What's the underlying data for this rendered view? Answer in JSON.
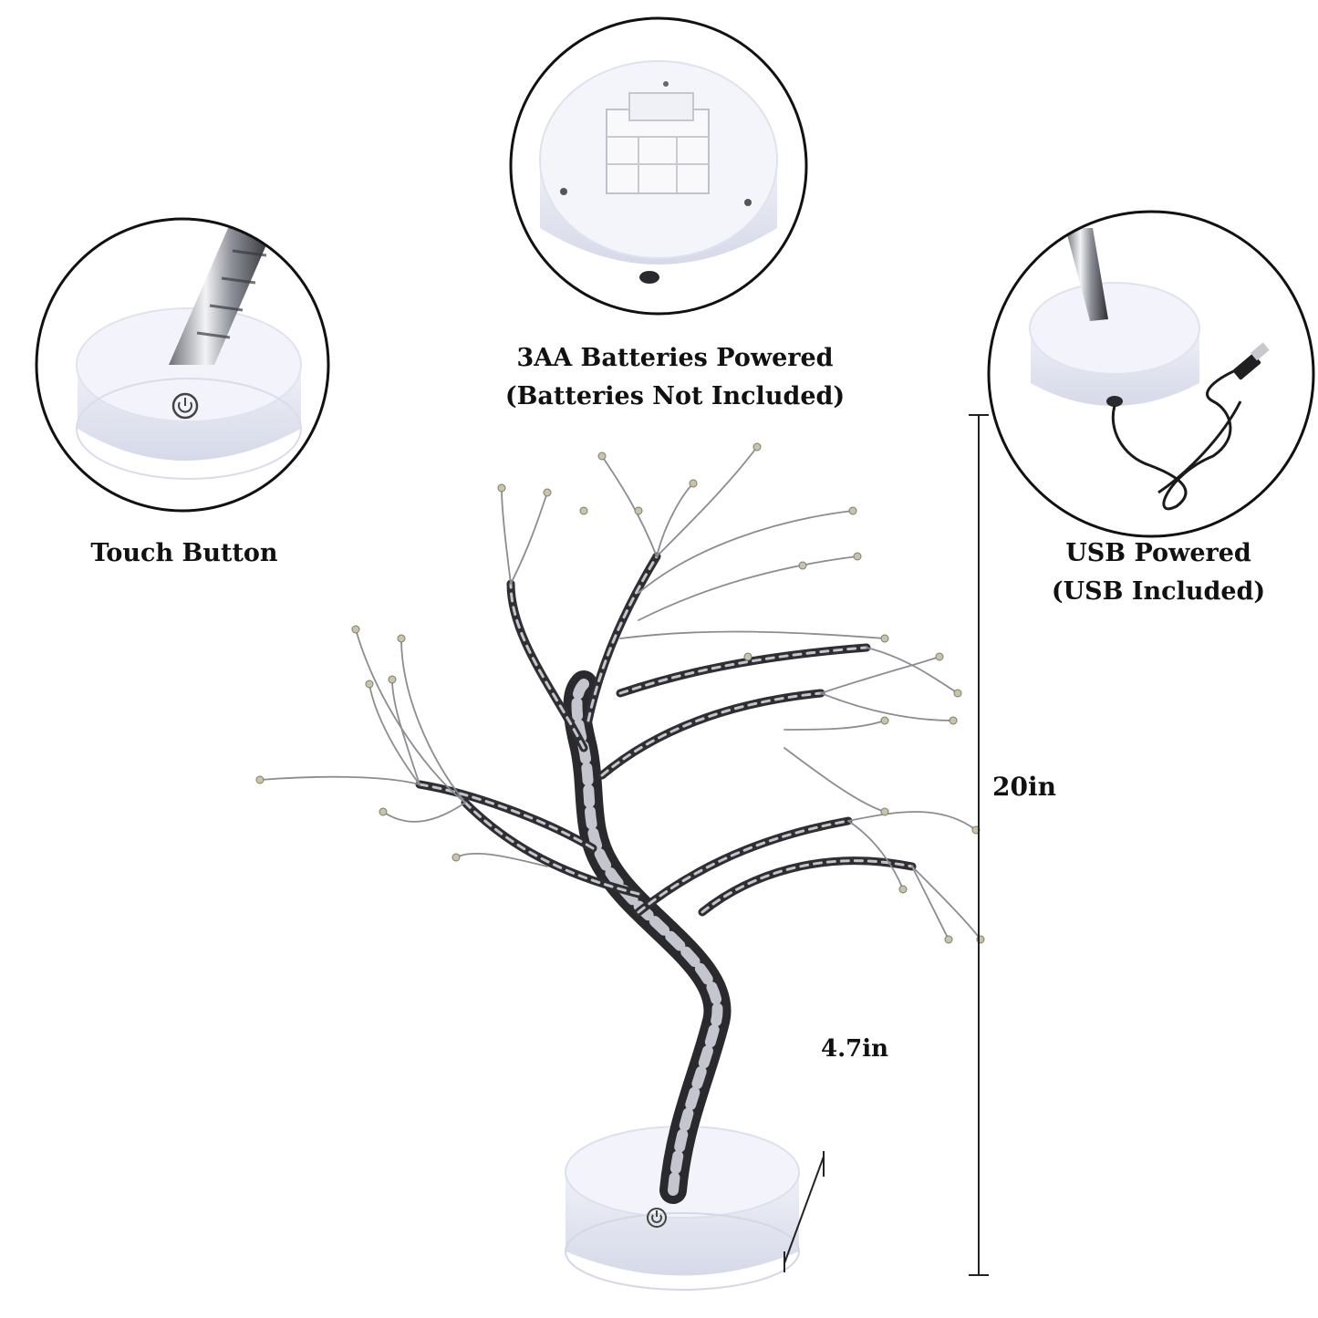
{
  "callouts": {
    "touch": {
      "title": "Touch Button"
    },
    "battery": {
      "line1": "3AA Batteries Powered",
      "line2": "(Batteries Not Included)"
    },
    "usb": {
      "line1": "USB Powered",
      "line2": "(USB Included)"
    }
  },
  "dimensions": {
    "height": "20in",
    "width": "4.7in"
  },
  "colors": {
    "base": "#f4f5fb",
    "base_shade": "#dde0ee",
    "outline": "#111111",
    "silver": "#b9bcc4",
    "dark": "#2a2a2e",
    "bulb": "#c9c4a8"
  },
  "icons": [
    "power-icon",
    "usb-plug-icon",
    "battery-compartment-icon"
  ]
}
